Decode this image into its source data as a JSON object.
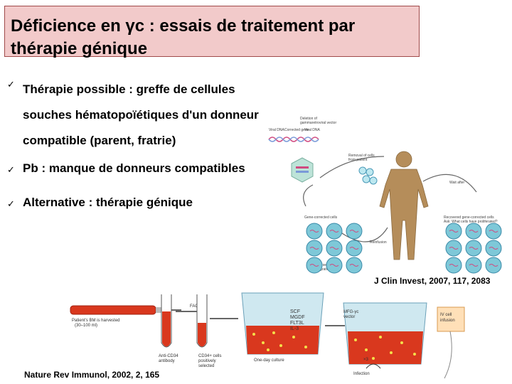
{
  "title": {
    "line1": "Déficience en γc : essais de traitement par",
    "line2": "thérapie génique"
  },
  "bullets": [
    {
      "lines": [
        "Thérapie possible : greffe de cellules",
        "souches hématopoïétiques d'un donneur",
        "compatible (parent, fratrie)"
      ]
    },
    {
      "lines": [
        "Pb : manque de donneurs compatibles"
      ]
    },
    {
      "lines": [
        "Alternative : thérapie génique"
      ]
    }
  ],
  "figure1": {
    "reference": "J Clin Invest, 2007, 117, 2083",
    "labels": {
      "dna": [
        "Viral DNA",
        "Corrected gene",
        "Viral DNA"
      ],
      "vector": [
        "Deletion of",
        "gammaretroviral vector"
      ],
      "removal": [
        "Removal of cells",
        "from patient"
      ],
      "wait": "Wait after",
      "gene_corrected": "Gene-corrected cells",
      "recovered": [
        "Recovered gene-corrected cells",
        "Ask: What cells have proliferated?"
      ],
      "reinfusion": "Reinfusion",
      "diverse": [
        "Diverse vector",
        "integration sites"
      ]
    }
  },
  "figure2": {
    "reference": "Nature Rev Immunol, 2002, 2, 165",
    "labels": {
      "harvest": [
        "Patient's BM is harvested",
        "(30–100 ml)"
      ],
      "facs": "FACS",
      "anti_cd34": [
        "Anti-CD34",
        "antibody"
      ],
      "cd34_cells": [
        "CD34+ cells",
        "positively",
        "selected"
      ],
      "factors": [
        "SCF",
        "MGDF",
        "FLT3L",
        "IL-3"
      ],
      "one_day": "One-day culture",
      "vector": [
        "MFG-γc",
        "vector"
      ],
      "times3": "×3",
      "infection": "Infection",
      "iv": [
        "IV cell",
        "infusion"
      ]
    }
  },
  "colors": {
    "title_bg": "#f2caca",
    "title_border": "#a04a4a",
    "blood": "#d9381e",
    "cell": "#7ec8d8"
  }
}
